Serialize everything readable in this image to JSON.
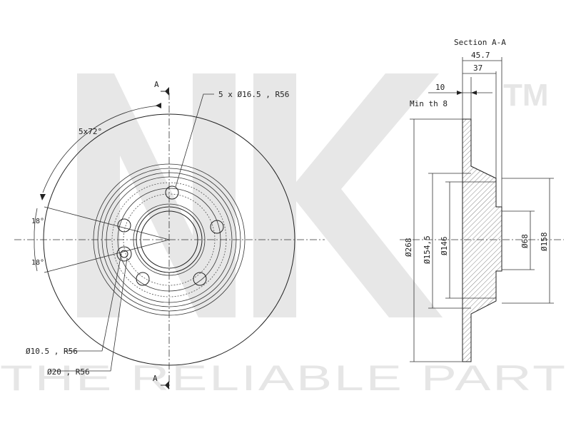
{
  "watermark": {
    "logo_letters": "NK",
    "trademark": "TM",
    "slogan": "THE RELIABLE PART"
  },
  "section": {
    "title": "Section A-A",
    "dim_total_width": "45.7",
    "dim_hat_depth": "37",
    "dim_disc_thickness": "10",
    "min_thickness": "Min th 8",
    "dia_outer": "Ø268",
    "dia_friction_inner": "Ø154,5",
    "dia_hat": "Ø146",
    "dia_center_bore": "Ø68",
    "dia_hub": "Ø158"
  },
  "front_view": {
    "section_marker_top": "A",
    "section_marker_bottom": "A",
    "bolt_holes": "5 x Ø16.5 , R56",
    "angle_pattern": "5x72°",
    "angle_upper": "18°",
    "angle_lower": "18°",
    "small_hole": "Ø10.5 , R56",
    "large_hole": "Ø20 , R56"
  }
}
